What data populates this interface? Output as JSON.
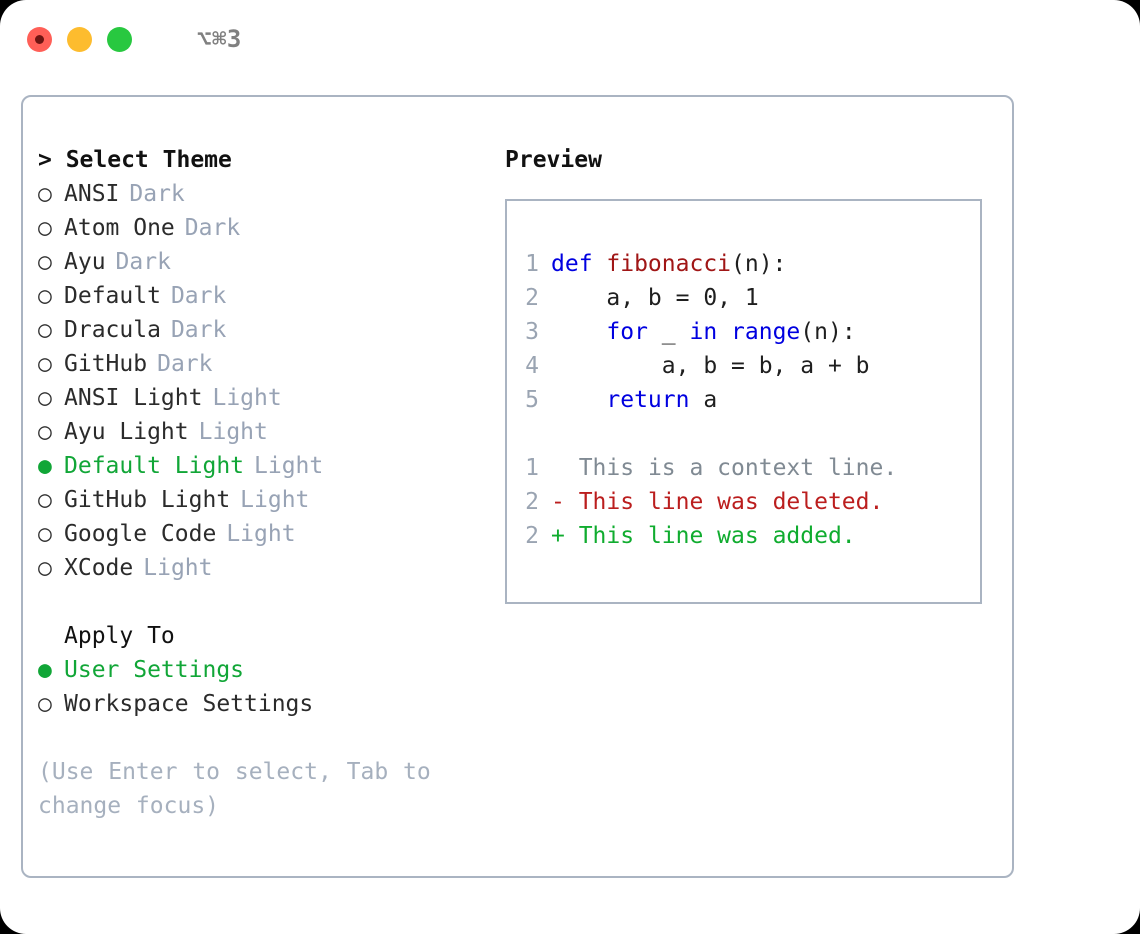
{
  "titlebar": {
    "shortcut": "⌥⌘3",
    "buttons": [
      "close",
      "minimize",
      "maximize"
    ],
    "colors": {
      "close": "#ff5f57",
      "minimize": "#fdbc2e",
      "maximize": "#28c840"
    }
  },
  "theme_panel": {
    "header": "> Select Theme",
    "items": [
      {
        "marker": "○",
        "label": "ANSI",
        "tag": "Dark",
        "selected": false
      },
      {
        "marker": "○",
        "label": "Atom One",
        "tag": "Dark",
        "selected": false
      },
      {
        "marker": "○",
        "label": "Ayu",
        "tag": "Dark",
        "selected": false
      },
      {
        "marker": "○",
        "label": "Default",
        "tag": "Dark",
        "selected": false
      },
      {
        "marker": "○",
        "label": "Dracula",
        "tag": "Dark",
        "selected": false
      },
      {
        "marker": "○",
        "label": "GitHub",
        "tag": "Dark",
        "selected": false
      },
      {
        "marker": "○",
        "label": "ANSI Light",
        "tag": "Light",
        "selected": false
      },
      {
        "marker": "○",
        "label": "Ayu Light",
        "tag": "Light",
        "selected": false
      },
      {
        "marker": "●",
        "label": "Default Light",
        "tag": "Light",
        "selected": true
      },
      {
        "marker": "○",
        "label": "GitHub Light",
        "tag": "Light",
        "selected": false
      },
      {
        "marker": "○",
        "label": "Google Code",
        "tag": "Light",
        "selected": false
      },
      {
        "marker": "○",
        "label": "XCode",
        "tag": "Light",
        "selected": false
      }
    ]
  },
  "apply_to": {
    "label": "Apply To",
    "items": [
      {
        "marker": "●",
        "label": "User Settings",
        "selected": true
      },
      {
        "marker": "○",
        "label": "Workspace Settings",
        "selected": false
      }
    ]
  },
  "hint": "(Use Enter to select, Tab to change focus)",
  "preview": {
    "header": "Preview",
    "code_lines": [
      {
        "ln": "1",
        "tokens": [
          {
            "t": "def ",
            "c": "tok-kw"
          },
          {
            "t": "fibonacci",
            "c": "tok-fn"
          },
          {
            "t": "(n):",
            "c": "tok-pl"
          }
        ]
      },
      {
        "ln": "2",
        "tokens": [
          {
            "t": "    a, b = 0, 1",
            "c": "tok-pl"
          }
        ]
      },
      {
        "ln": "3",
        "tokens": [
          {
            "t": "    ",
            "c": "tok-pl"
          },
          {
            "t": "for",
            "c": "tok-kw"
          },
          {
            "t": " _ ",
            "c": "tok-pl"
          },
          {
            "t": "in",
            "c": "tok-kw"
          },
          {
            "t": " ",
            "c": "tok-pl"
          },
          {
            "t": "range",
            "c": "tok-kw"
          },
          {
            "t": "(n):",
            "c": "tok-pl"
          }
        ]
      },
      {
        "ln": "4",
        "tokens": [
          {
            "t": "        a, b = b, a + b",
            "c": "tok-pl"
          }
        ]
      },
      {
        "ln": "5",
        "tokens": [
          {
            "t": "    ",
            "c": "tok-pl"
          },
          {
            "t": "return",
            "c": "tok-kw"
          },
          {
            "t": " a",
            "c": "tok-pl"
          }
        ]
      }
    ],
    "diff_lines": [
      {
        "ln": "1",
        "sign": " ",
        "text": "This is a context line.",
        "kind": "diff-ctx"
      },
      {
        "ln": "2",
        "sign": "-",
        "text": "This line was deleted.",
        "kind": "diff-del"
      },
      {
        "ln": "2",
        "sign": "+",
        "text": "This line was added.",
        "kind": "diff-add"
      }
    ]
  },
  "colors": {
    "accent_green": "#11a637",
    "muted": "#98a3b5",
    "border": "#aab4c2",
    "keyword_blue": "#0000e0",
    "function_red": "#a01616",
    "diff_deleted": "#bb1e1e",
    "diff_added": "#10ac2f"
  }
}
